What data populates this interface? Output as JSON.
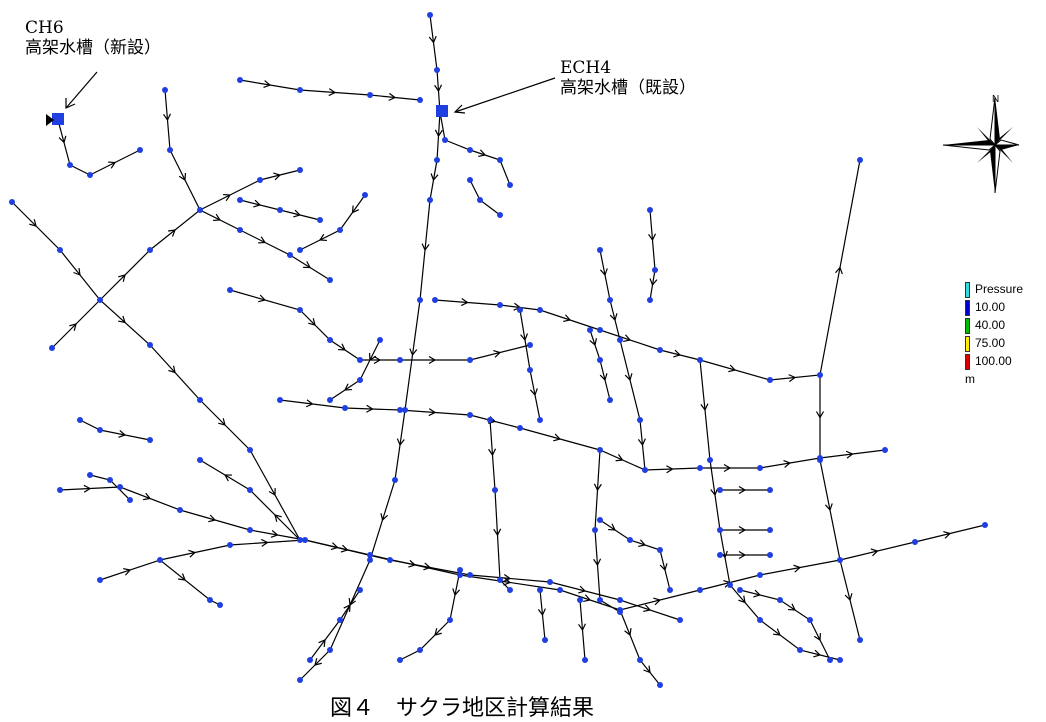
{
  "labels": {
    "ch6": {
      "code": "CH6",
      "desc": "高架水槽（新設）"
    },
    "ech4": {
      "code": "ECH4",
      "desc": "高架水槽（既設）"
    }
  },
  "caption": "図４　サクラ地区計算結果",
  "compass": {
    "north_label": "N"
  },
  "legend": {
    "title": "Pressure",
    "items": [
      {
        "label": "10.00",
        "color": "#0000cc"
      },
      {
        "label": "40.00",
        "color": "#00bb00"
      },
      {
        "label": "75.00",
        "color": "#ffee00"
      },
      {
        "label": "100.00",
        "color": "#dd0000"
      }
    ],
    "title_color": "#33dddd",
    "unit": "m"
  },
  "colors": {
    "node": "#1f3fe0",
    "pipe": "#000000",
    "tank": "#1f3fe0"
  }
}
